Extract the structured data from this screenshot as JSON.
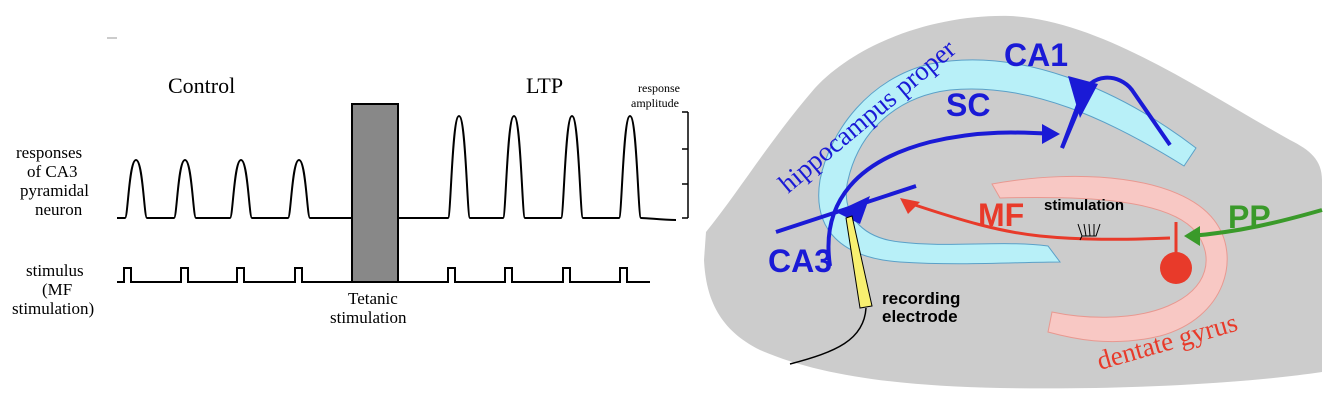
{
  "left_panel": {
    "control_label": "Control",
    "ltp_label": "LTP",
    "response_amplitude_line1": "response",
    "response_amplitude_line2": "amplitude",
    "responses_line1": "responses",
    "responses_line2": "of CA3",
    "responses_line3": "pyramidal",
    "responses_line4": "neuron",
    "stimulus_line1": "stimulus",
    "stimulus_line2": "(MF",
    "stimulus_line3": "stimulation)",
    "tetanic_line1": "Tetanic",
    "tetanic_line2": "stimulation"
  },
  "right_panel": {
    "ca1": "CA1",
    "ca3": "CA3",
    "sc": "SC",
    "mf": "MF",
    "pp": "PP",
    "hippocampus_proper": "hippocampus proper",
    "dentate_gyrus": "dentate gyrus",
    "stimulation": "stimulation",
    "recording_line1": "recording",
    "recording_line2": "electrode"
  },
  "colors": {
    "blue": "#1a1ad6",
    "light_blue": "#b8f0f8",
    "red": "#e83a2a",
    "pink": "#f8c8c4",
    "green": "#3a9a2a",
    "gray_tissue": "#cccccc",
    "tetanic_gray": "#888888",
    "yellow": "#f8f070"
  }
}
